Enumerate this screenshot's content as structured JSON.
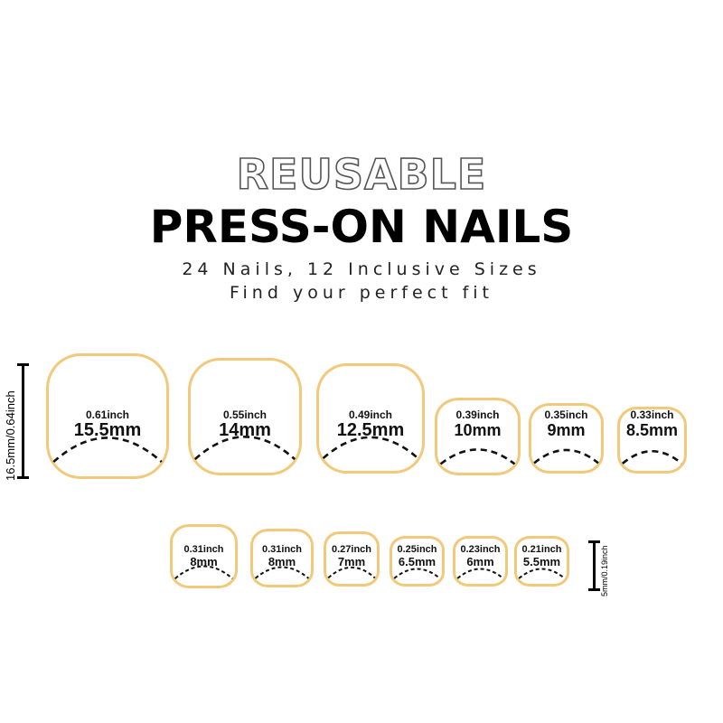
{
  "header": {
    "title_outline": "REUSABLE",
    "title_main": "PRESS-ON NAILS",
    "subtitle_1": "24 Nails, 12 Inclusive Sizes",
    "subtitle_2": "Find your perfect fit"
  },
  "colors": {
    "nail_outline": "#f2c97a",
    "text": "#000000"
  },
  "large_nails": {
    "length_label": "16.5mm/0.64inch",
    "items": [
      {
        "inch": "0.61inch",
        "mm": "15.5mm"
      },
      {
        "inch": "0.55inch",
        "mm": "14mm"
      },
      {
        "inch": "0.49inch",
        "mm": "12.5mm"
      },
      {
        "inch": "0.39inch",
        "mm": "10mm"
      },
      {
        "inch": "0.35inch",
        "mm": "9mm"
      },
      {
        "inch": "0.33inch",
        "mm": "8.5mm"
      }
    ]
  },
  "small_nails": {
    "length_label": "5mm/0.19inch",
    "items": [
      {
        "inch": "0.31inch",
        "mm": "8mm"
      },
      {
        "inch": "0.31inch",
        "mm": "8mm"
      },
      {
        "inch": "0.27inch",
        "mm": "7mm"
      },
      {
        "inch": "0.25inch",
        "mm": "6.5mm"
      },
      {
        "inch": "0.23inch",
        "mm": "6mm"
      },
      {
        "inch": "0.21inch",
        "mm": "5.5mm"
      }
    ]
  }
}
